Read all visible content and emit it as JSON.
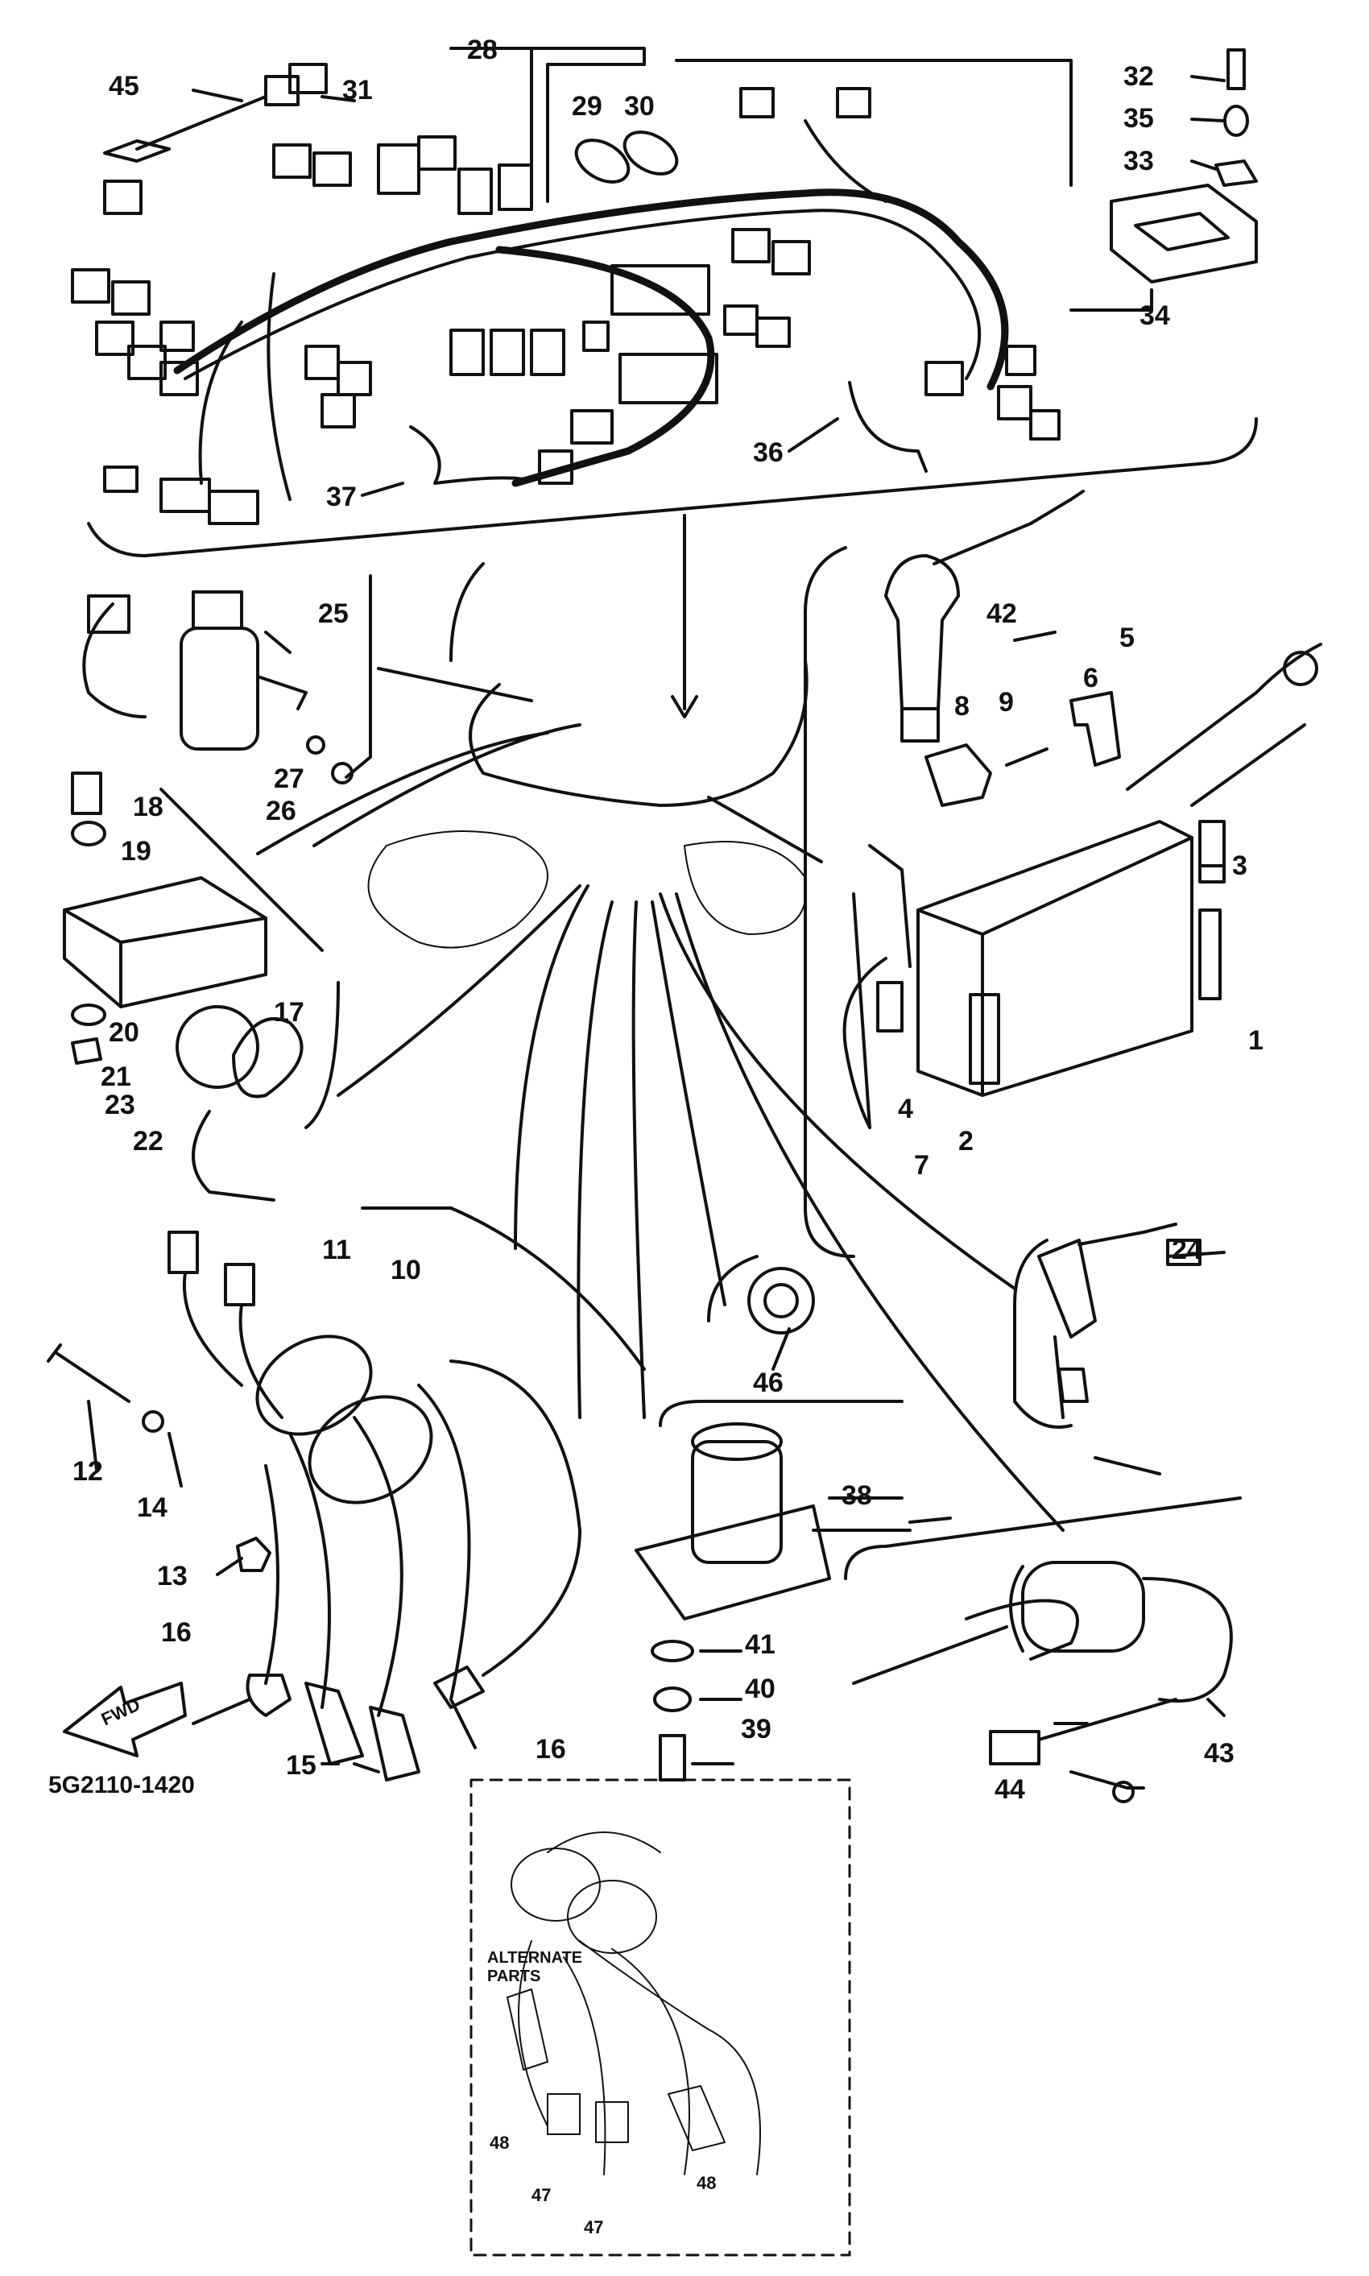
{
  "diagram_code": "5G2110-1420",
  "alternate_parts": {
    "line1": "ALTERNATE",
    "line2": "PARTS"
  },
  "arrow_text": "FWD",
  "callouts": [
    "1",
    "2",
    "3",
    "4",
    "5",
    "6",
    "7",
    "8",
    "9",
    "10",
    "11",
    "12",
    "13",
    "14",
    "15",
    "16",
    "17",
    "18",
    "19",
    "20",
    "21",
    "22",
    "23",
    "24",
    "25",
    "26",
    "27",
    "28",
    "29",
    "30",
    "31",
    "32",
    "33",
    "34",
    "35",
    "36",
    "37",
    "38",
    "39",
    "40",
    "41",
    "42",
    "43",
    "44",
    "45",
    "46",
    "47",
    "48"
  ],
  "callout_16b": "16",
  "callout_47b": "47",
  "callout_48b": "48"
}
